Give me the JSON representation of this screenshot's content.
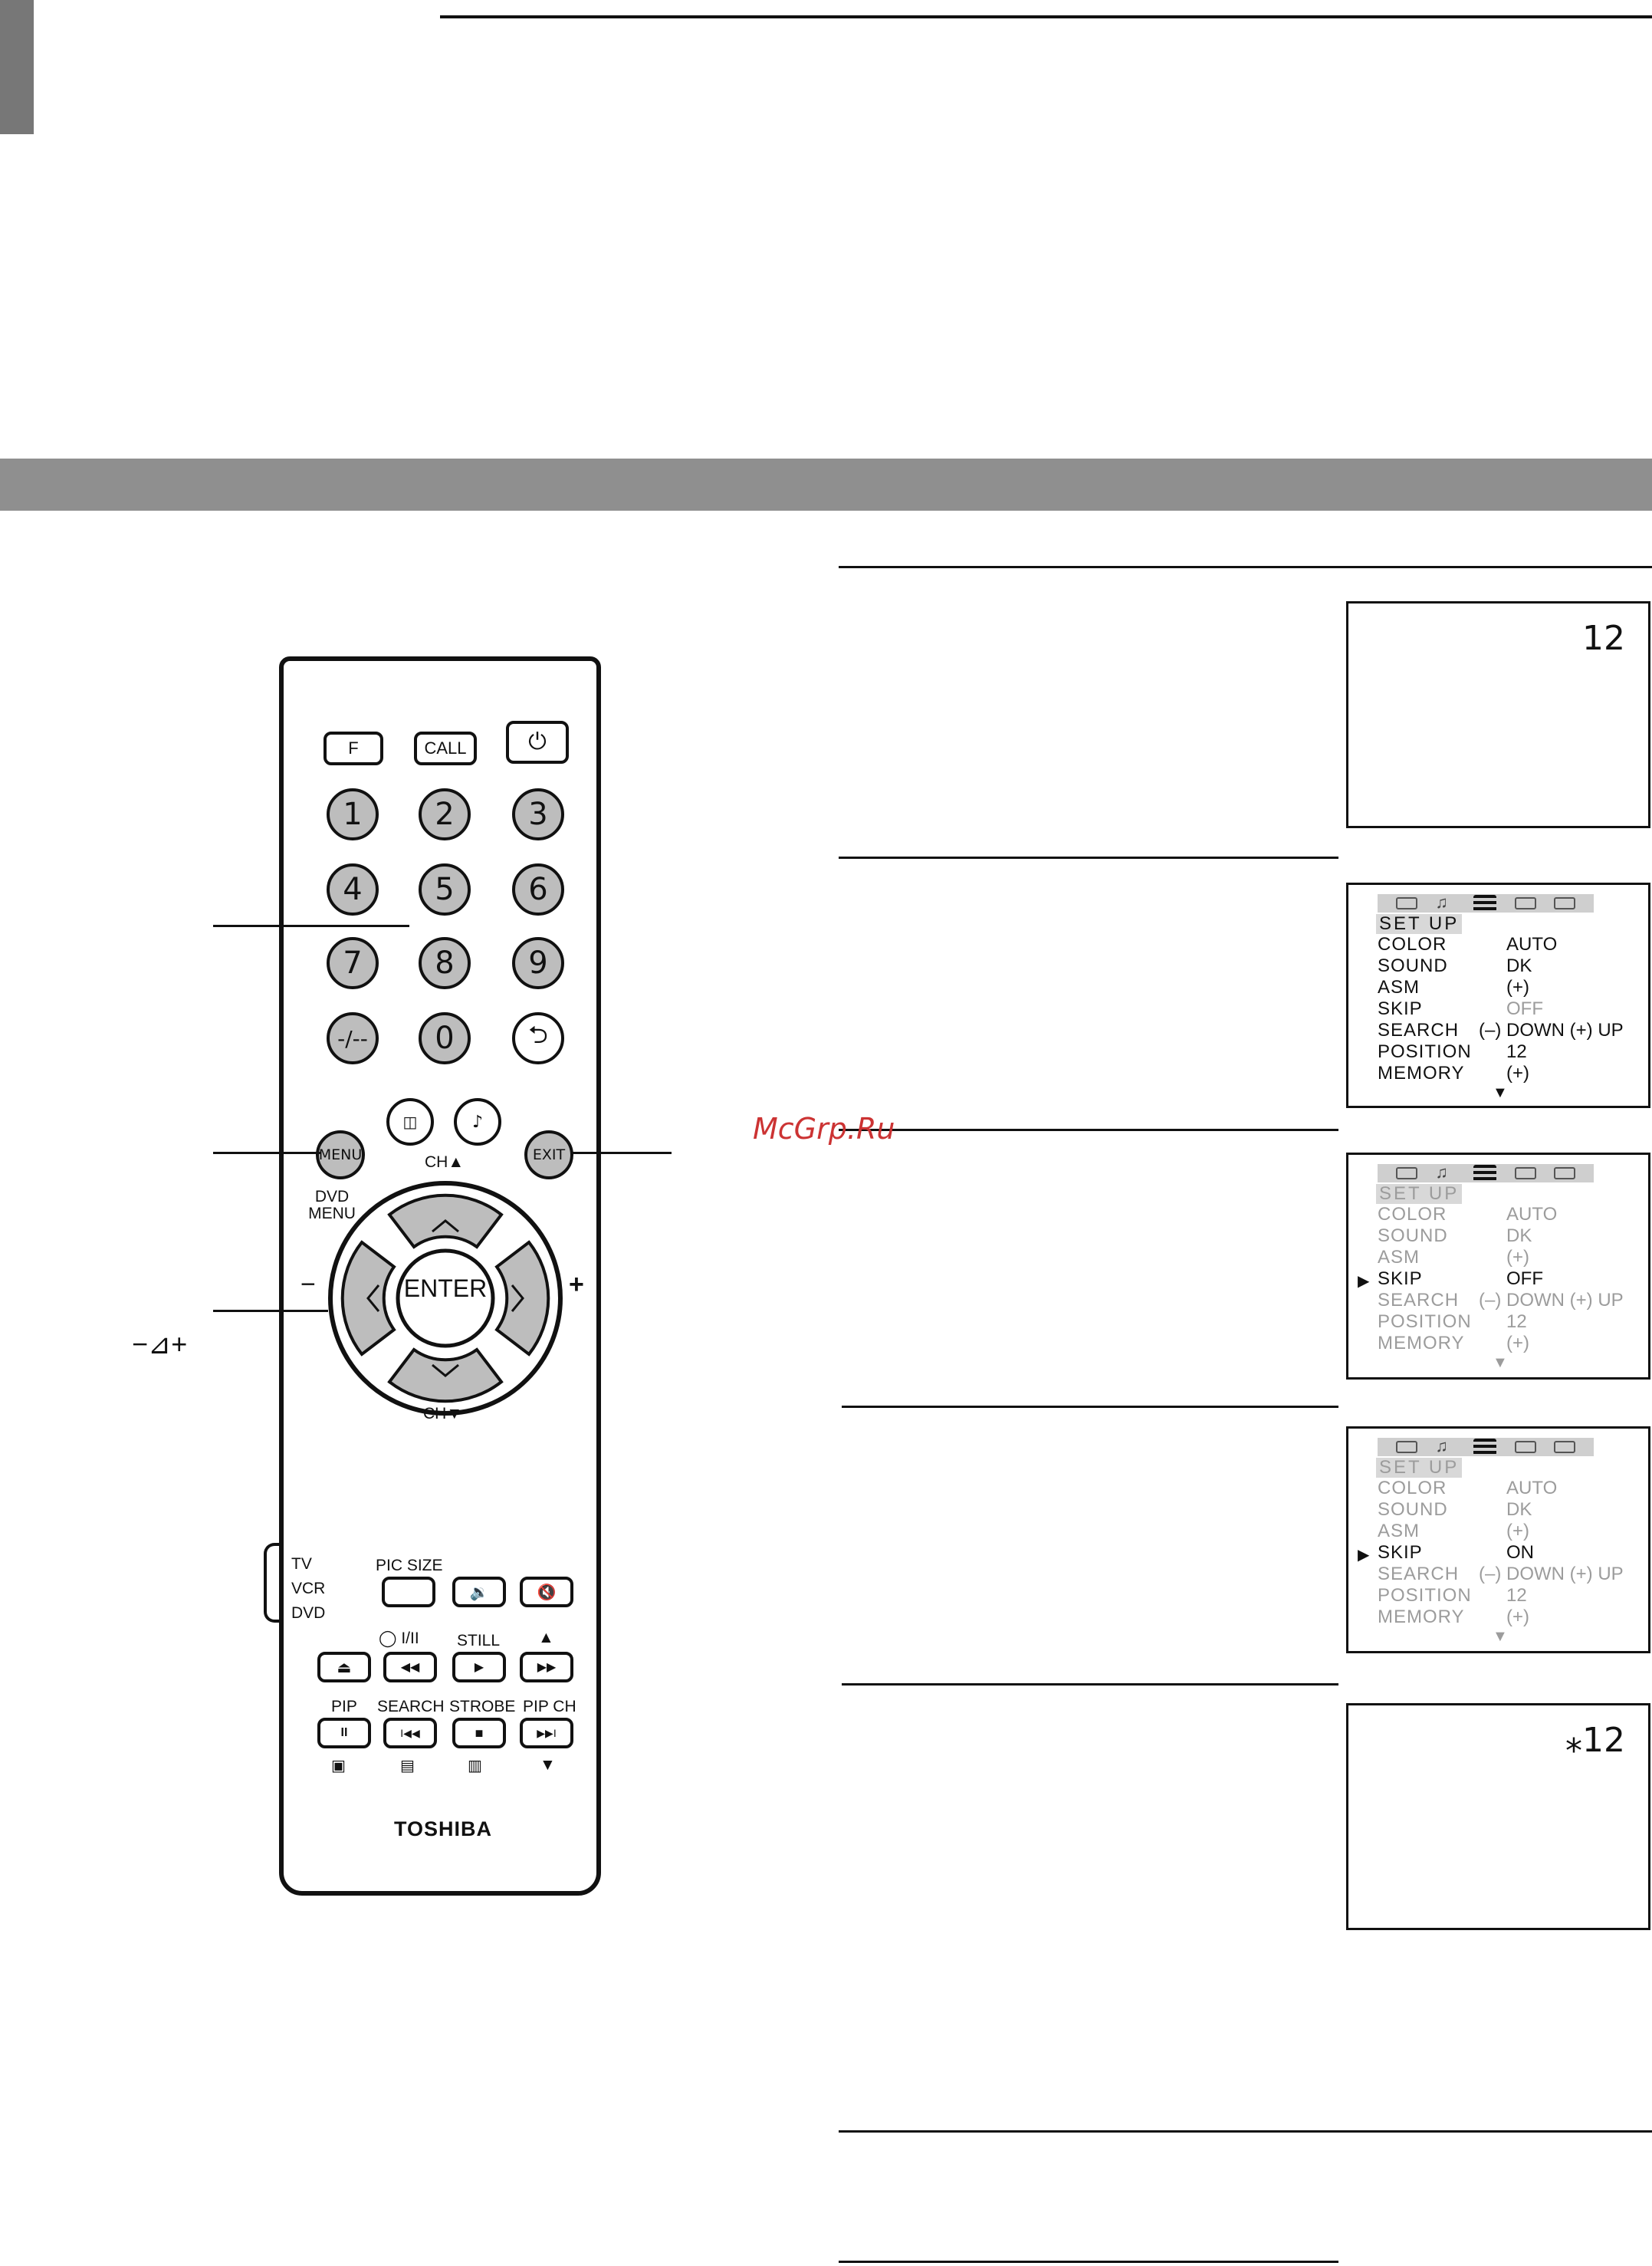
{
  "screen1": {
    "channel": "12"
  },
  "menu": {
    "title": "SET UP",
    "more_glyph": "▼",
    "cursor_glyph": "▶",
    "rows": [
      {
        "label": "COLOR",
        "value": "AUTO"
      },
      {
        "label": "SOUND",
        "value": "DK"
      },
      {
        "label": "ASM",
        "value": "(+)"
      },
      {
        "label": "SKIP",
        "value": "OFF"
      },
      {
        "label": "SEARCH",
        "value": "(–) DOWN (+) UP"
      },
      {
        "label": "POSITION",
        "value": "12"
      },
      {
        "label": "MEMORY",
        "value": "(+)"
      }
    ],
    "skip_on_value": "ON"
  },
  "screen5": {
    "channel": "⁎12"
  },
  "remote": {
    "f_label": "F",
    "call_label": "CALL",
    "power_glyph": "⏻",
    "digits": [
      "1",
      "2",
      "3",
      "4",
      "5",
      "6",
      "7",
      "8",
      "9",
      "-/--",
      "0"
    ],
    "input_glyph": "⮌",
    "menu_label": "MENU",
    "dvd_menu_label": "DVD MENU",
    "exit_label": "EXIT",
    "ch_up_label": "CH▲",
    "ch_down_label": "CH▼",
    "enter_label": "ENTER",
    "vol_minus_glyph": "−",
    "vol_plus_glyph": "+",
    "tv_label": "TV",
    "vcr_label": "VCR",
    "dvd_label": "DVD",
    "pic_size_label": "PIC SIZE",
    "audio_label": "◯ I/II",
    "still_label": "STILL",
    "up_arrow": "▲",
    "down_arrow": "▼",
    "pip_label": "PIP",
    "search_label": "SEARCH",
    "strobe_label": "STROBE",
    "pip_ch_label": "PIP CH",
    "eject_glyph": "⏏",
    "rew_glyph": "◀◀",
    "play_glyph": "▶",
    "ff_glyph": "▶▶",
    "pause_glyph": "II",
    "prev_glyph": "I◀◀",
    "stop_glyph": "■",
    "next_glyph": "▶▶I",
    "brand": "TOSHIBA",
    "volume_caption": "−⊿+"
  },
  "watermark": "McGrp.Ru"
}
